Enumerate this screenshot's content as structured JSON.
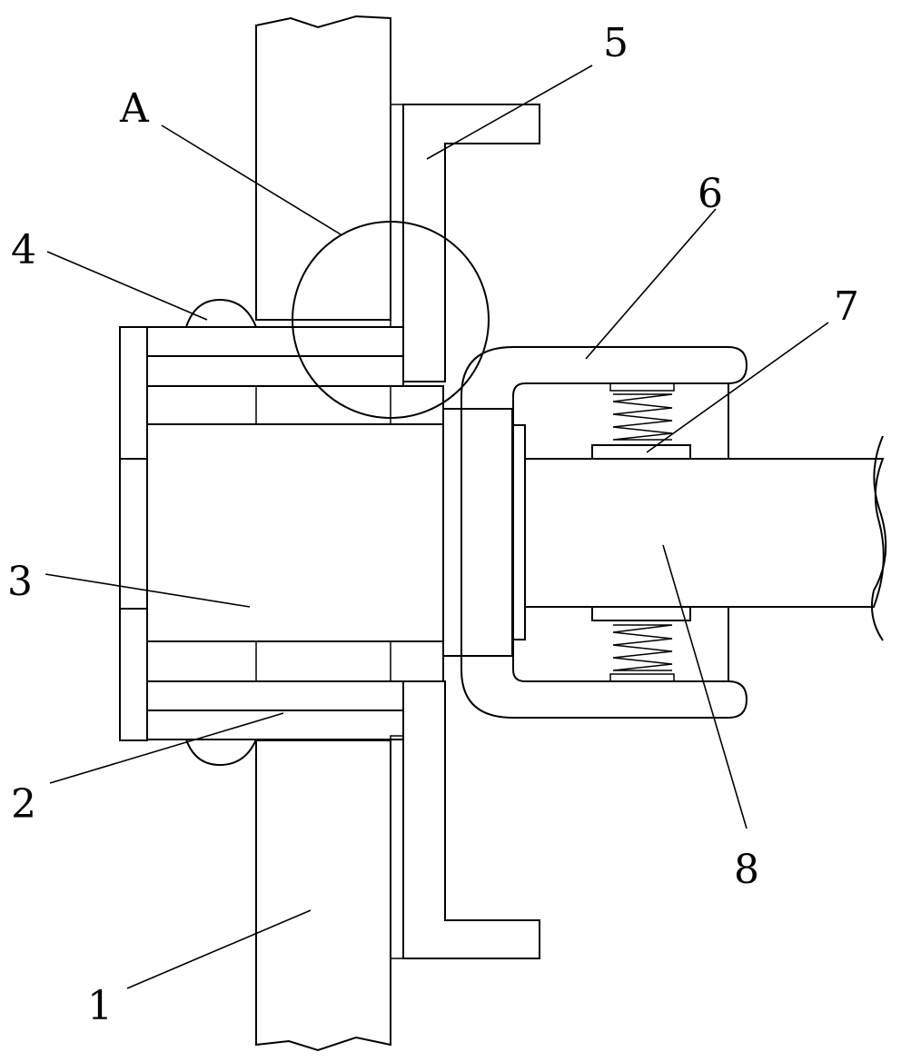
{
  "labels": {
    "l1": "1",
    "l2": "2",
    "l3": "3",
    "l4": "4",
    "l5": "5",
    "l6": "6",
    "l7": "7",
    "l8": "8",
    "lA": "A"
  },
  "colors": {
    "stroke": "#000000",
    "background": "#ffffff"
  }
}
